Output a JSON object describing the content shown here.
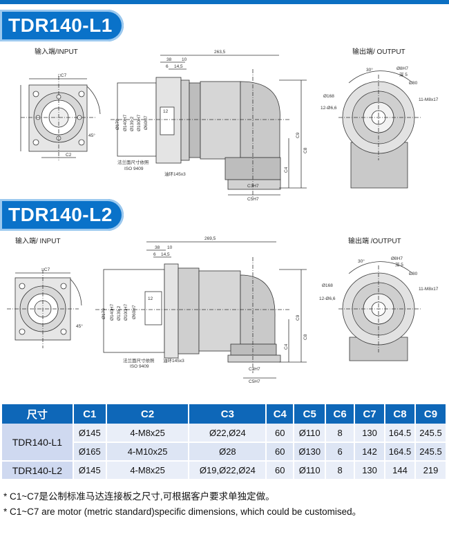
{
  "sections": [
    {
      "title": "TDR140-L1",
      "input_label": "输入端/INPUT",
      "output_label": "输出端/ OUTPUT",
      "dims": {
        "length": "263,5",
        "d38": "38",
        "d10": "10",
        "d6": "6",
        "d14": "14,5",
        "d12": "12"
      },
      "output_dims": {
        "deg": "30°",
        "holes": "Ø8H7",
        "depth": "深 5",
        "d80": "Ø80",
        "d168": "Ø168",
        "thread": "11-M8x17",
        "bolt": "12-Ø6,6"
      }
    },
    {
      "title": "TDR140-L2",
      "input_label": "输入端/ INPUT",
      "output_label": "输出端 /OUTPUT",
      "dims": {
        "length": "269,5",
        "d38": "38",
        "d10": "10",
        "d6": "6",
        "d14": "14,5",
        "d12": "12"
      },
      "output_dims": {
        "deg": "30°",
        "holes": "Ø8H7",
        "depth": "深 5",
        "d80": "Ø80",
        "d168": "Ø168",
        "thread": "11-M8x17",
        "bolt": "12-Ø6,6"
      }
    }
  ],
  "drawing_labels": {
    "c7": "□C7",
    "c2": "C2",
    "c3": "C3H7",
    "c4": "C4",
    "c5": "C5H7",
    "c8": "C8",
    "c9": "C9",
    "d179": "Ø179",
    "d140": "Ø140H7",
    "d139": "Ø139,2",
    "d100": "Ø100H7",
    "d60": "Ø60H7",
    "d12": "12",
    "angle45": "45°",
    "flange_note_1": "法兰面尺寸依照",
    "flange_note_2": "ISO 9409",
    "oil_ring": "油环145x3"
  },
  "table": {
    "headers": [
      "尺寸",
      "C1",
      "C2",
      "C3",
      "C4",
      "C5",
      "C6",
      "C7",
      "C8",
      "C9"
    ],
    "rows": [
      {
        "model": "TDR140-L1",
        "values": [
          "Ø145",
          "4-M8x25",
          "Ø22,Ø24",
          "60",
          "Ø110",
          "8",
          "130",
          "164.5",
          "245.5"
        ]
      },
      {
        "model": "",
        "values": [
          "Ø165",
          "4-M10x25",
          "Ø28",
          "60",
          "Ø130",
          "6",
          "142",
          "164.5",
          "245.5"
        ]
      },
      {
        "model": "TDR140-L2",
        "values": [
          "Ø145",
          "4-M8x25",
          "Ø19,Ø22,Ø24",
          "60",
          "Ø110",
          "8",
          "130",
          "144",
          "219"
        ]
      }
    ]
  },
  "notes": [
    "* C1~C7是公制标准马达连接板之尺寸,可根据客户要求单独定做。",
    "* C1~C7 are motor (metric standard)specific dimensions, which could be customised。"
  ],
  "colors": {
    "brand_blue": "#0a72c9",
    "header_blue": "#0e67b8",
    "row_bg": "#e9eef8"
  }
}
